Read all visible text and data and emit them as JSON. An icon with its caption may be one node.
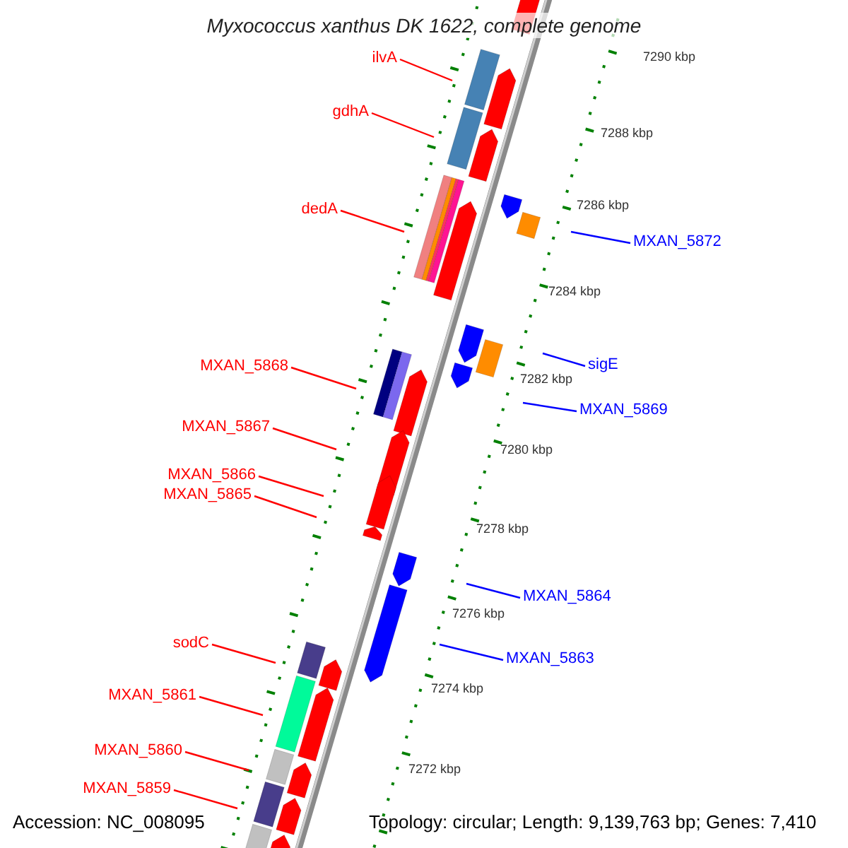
{
  "diagram": {
    "title": "Myxococcus xanthus DK 1622, complete genome",
    "nodes": [
      {
        "text": [
          "ilvA"
        ]
      },
      {
        "text": [
          "gdhA"
        ]
      },
      {
        "text": [
          "dedA"
        ]
      },
      {
        "text": [
          "MXAN_5872"
        ]
      },
      {
        "text": [
          "MXAN_5868"
        ]
      },
      {
        "text": [
          "sigE"
        ]
      },
      {
        "text": [
          "MXAN_5869"
        ]
      },
      {
        "text": [
          "MXAN_5867"
        ]
      },
      {
        "text": [
          "MXAN_5866"
        ]
      },
      {
        "text": [
          "MXAN_5865"
        ]
      },
      {
        "text": [
          "MXAN_5864"
        ]
      },
      {
        "text": [
          "sodC"
        ]
      },
      {
        "text": [
          "MXAN_5863"
        ]
      },
      {
        "text": [
          "MXAN_5861"
        ]
      },
      {
        "text": [
          "MXAN_5860"
        ]
      },
      {
        "text": [
          "MXAN_5859"
        ]
      }
    ],
    "edges": [
      {
        "from": 0,
        "to": null,
        "arrow": "none"
      },
      {
        "from": 1,
        "to": null,
        "arrow": "none"
      },
      {
        "from": 2,
        "to": null,
        "arrow": "none"
      },
      {
        "from": 3,
        "to": null,
        "arrow": "none",
        "color": "#0000ff"
      },
      {
        "from": 4,
        "to": null,
        "arrow": "none"
      },
      {
        "from": 5,
        "to": null,
        "arrow": "none",
        "color": "#0000ff"
      },
      {
        "from": 6,
        "to": null,
        "arrow": "none",
        "color": "#0000ff"
      },
      {
        "from": 7,
        "to": null,
        "arrow": "none"
      },
      {
        "from": 8,
        "to": null,
        "arrow": "none"
      },
      {
        "from": 9,
        "to": null,
        "arrow": "none"
      },
      {
        "from": 10,
        "to": null,
        "arrow": "none",
        "color": "#0000ff"
      },
      {
        "from": 11,
        "to": null,
        "arrow": "none"
      },
      {
        "from": 12,
        "to": null,
        "arrow": "none",
        "color": "#0000ff"
      },
      {
        "from": 13,
        "to": null,
        "arrow": "none"
      },
      {
        "from": 14,
        "to": null,
        "arrow": "none"
      },
      {
        "from": 15,
        "to": null,
        "arrow": "none"
      }
    ],
    "labels": [
      "7290 kbp",
      "7288 kbp",
      "7286 kbp",
      "7284 kbp",
      "7282 kbp",
      "7280 kbp",
      "7278 kbp",
      "7276 kbp",
      "7274 kbp",
      "7272 kbp",
      "Accession: NC_008095",
      "Topology: circular; Length: 9,139,763 bp; Genes: 7,410"
    ]
  }
}
